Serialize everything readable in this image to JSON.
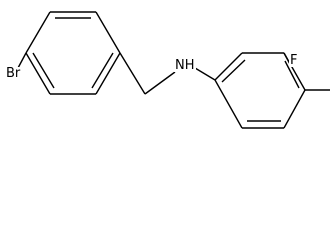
{
  "molecule": {
    "atoms": {
      "bromine": "Br",
      "amine": "NH",
      "fluorine": "F"
    },
    "colors": {
      "bond": "#000000",
      "label": "#000000",
      "background": "#ffffff"
    }
  }
}
